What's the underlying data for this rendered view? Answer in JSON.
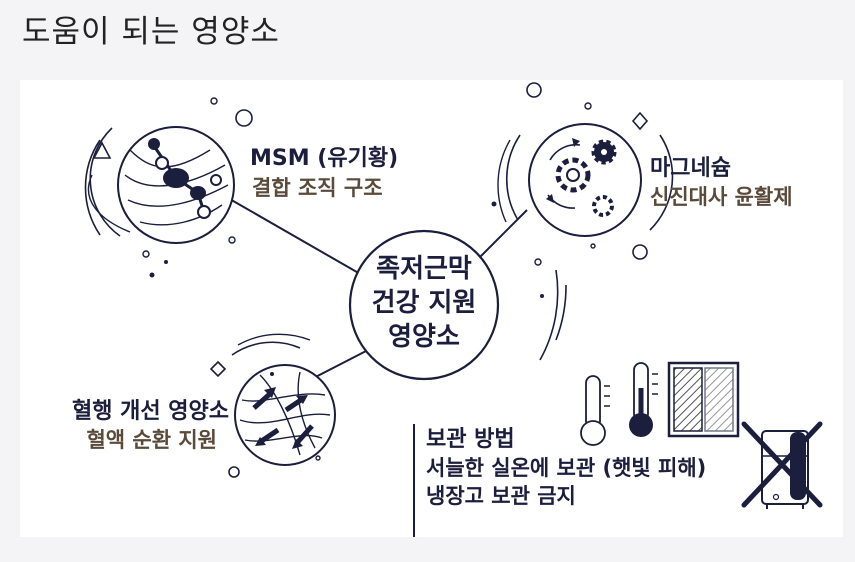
{
  "page_title": "도움이 되는 영양소",
  "hub": {
    "line1": "족저근막",
    "line2": "건강 지원",
    "line3": "영양소"
  },
  "nodes": {
    "msm": {
      "title": "MSM (유기황)",
      "subtitle": "결합 조직 구조"
    },
    "magnesium": {
      "title": "마그네슘",
      "subtitle": "신진대사 윤활제"
    },
    "circulation": {
      "title": "혈행 개선 영양소",
      "subtitle": "혈액 순환 지원"
    }
  },
  "storage": {
    "title": "보관 방법",
    "line1": "서늘한 실온에 보관 (햇빛 피해)",
    "line2": "냉장고 보관 금지"
  },
  "colors": {
    "navy": "#1b1e3c",
    "brown": "#5a4a3a",
    "background": "#f4f4f6",
    "card": "#ffffff"
  }
}
